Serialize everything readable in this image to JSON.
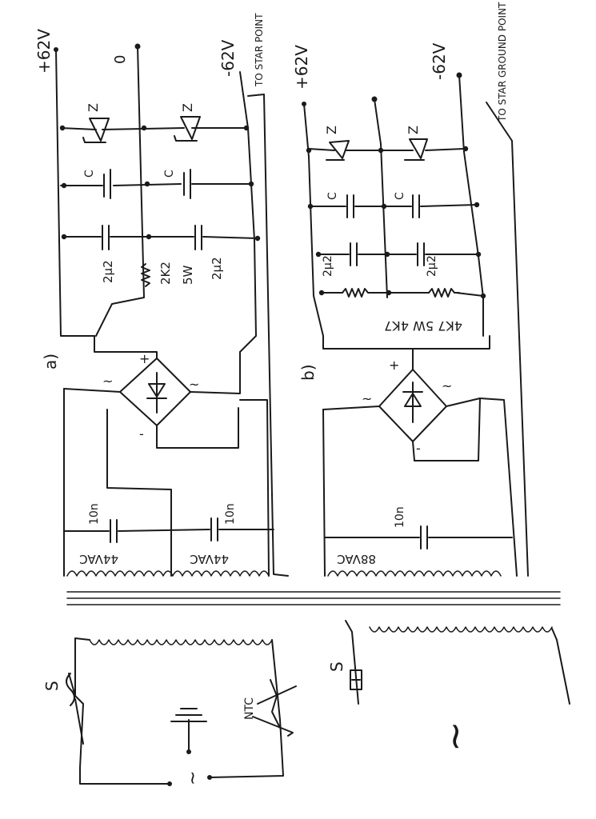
{
  "labels": {
    "a_plus62": "+62V",
    "a_zero": "0",
    "a_minus62": "-62V",
    "a_star": "TO STAR POINT",
    "b_plus62": "+62V",
    "b_minus62": "-62V",
    "b_star": "TO STAR GROUND POINT",
    "zener": "Z",
    "cap": "C",
    "c2u2": "2µ2",
    "r_a_value": "2K2",
    "r_a_power": "5W",
    "r_b": "4K7 5W 4K7",
    "a_tag": "a)",
    "b_tag": "b)",
    "plus": "+",
    "minus": "-",
    "ac": "~",
    "c10n": "10n",
    "v44": "44VAC",
    "v88": "88VAC",
    "switch": "S",
    "ntc": "NTC",
    "mains": "~"
  }
}
